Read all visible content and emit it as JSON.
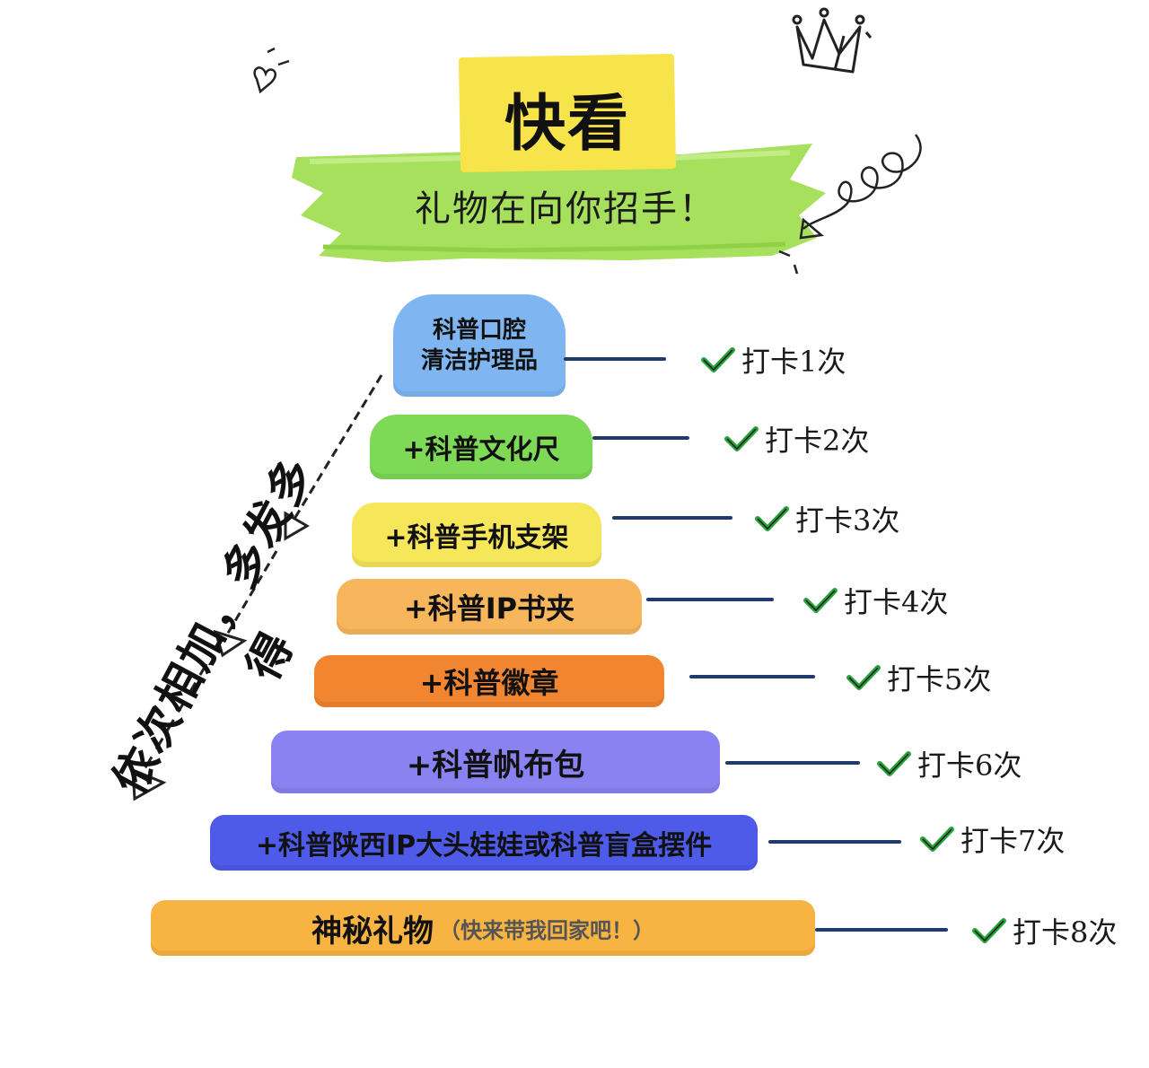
{
  "header": {
    "title": "快看",
    "subtitle": "礼物在向你招手！"
  },
  "side_note": "依次相加，多发多得",
  "tiers": [
    {
      "label": "科普口腔\n清洁护理品",
      "checkin": "打卡1次",
      "color": "#7fb6f2"
    },
    {
      "label": "+科普文化尺",
      "checkin": "打卡2次",
      "color": "#7ed957"
    },
    {
      "label": "+科普手机支架",
      "checkin": "打卡3次",
      "color": "#f5e65a"
    },
    {
      "label": "+科普IP书夹",
      "checkin": "打卡4次",
      "color": "#f8b65c"
    },
    {
      "label": "+科普徽章",
      "checkin": "打卡5次",
      "color": "#f2852f"
    },
    {
      "label": "+科普帆布包",
      "checkin": "打卡6次",
      "color": "#8a82f0"
    },
    {
      "label": "+科普陕西IP大头娃娃或科普盲盒摆件",
      "checkin": "打卡7次",
      "color": "#4d5be8"
    },
    {
      "label": "神秘礼物",
      "label_note": "（快来带我回家吧！）",
      "checkin": "打卡8次",
      "color": "#f8b443"
    }
  ],
  "icons": {
    "check": "check-icon",
    "crown": "crown-icon",
    "heart": "heart-doodle-icon",
    "swirl": "swirl-doodle-icon",
    "arrow": "dashed-arrow-icon"
  },
  "colors": {
    "connector": "#1f3a6b",
    "check": "#27a33a",
    "title_highlight": "#f7e34a",
    "subtitle_brush": "#a6e05c"
  }
}
